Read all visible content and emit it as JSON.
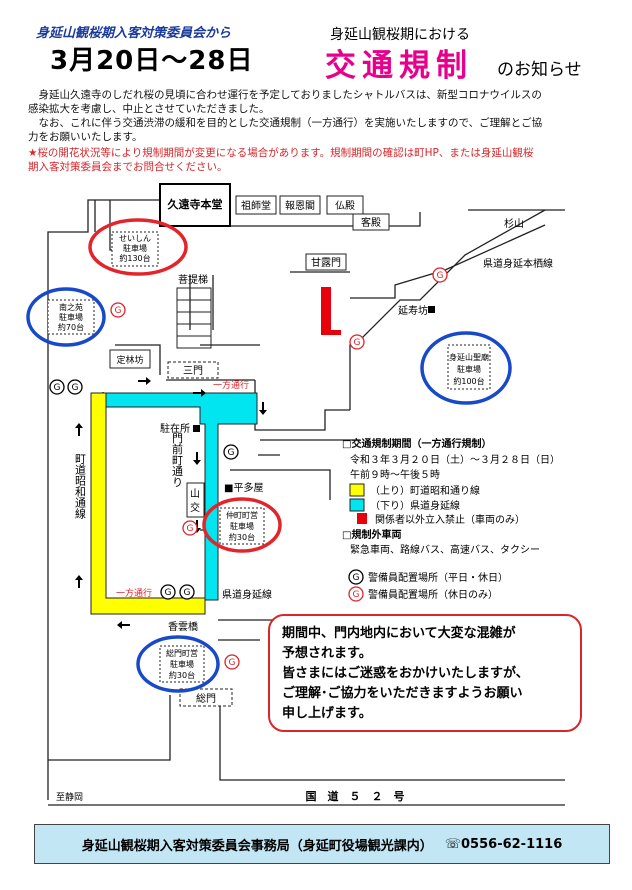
{
  "header": {
    "org": "身延山観桜期入客対策委員会から",
    "dates": "3月20日～28日",
    "subtitle": "身延山観桜期における",
    "title": "交通規制",
    "title_suffix": "のお知らせ"
  },
  "body": {
    "para1_line1": "身延山久遠寺のしだれ桜の見頃に合わせ運行を予定しておりましたシャトルバスは、新型コロナウイルスの",
    "para1_line2": "感染拡大を考慮し、中止とさせていただきました。",
    "para2_line1": "なお、これに伴う交通渋滞の緩和を目的とした交通規制（一方通行）を実施いたしますので、ご理解とご協",
    "para2_line2": "力をお願いいたします。",
    "note_line1": "★桜の開花状況等により規制期間が変更になる場合があります。規制期間の確認は町HP、または身延山観桜",
    "note_line2": "期入客対策委員会までお問合せください。"
  },
  "map": {
    "kuonji": "久遠寺本堂",
    "soshido": "祖師堂",
    "hoonkaku": "報恩閣",
    "butsuden": "仏殿",
    "kyakuden": "客殿",
    "sugiyama": "杉山",
    "kanromon": "甘露門",
    "bodaizaka": "菩提梯",
    "enjubo": "延寿坊",
    "teirinbo": "定林坊",
    "sanmon": "三門",
    "chuzaisho": "駐在所",
    "hiratayaya": "■平多屋",
    "yama": "山",
    "ko": "交",
    "kenmei_road": "県道身延線",
    "kenmei_honsei": "県道身延本栖線",
    "monzen_road": "門前町通り",
    "choudou_road": "町道昭和通線",
    "kouunbashi": "香雲橋",
    "somon": "総門",
    "shizuoka": "至静岡",
    "route52": "国　道　５　２　号",
    "oneway_label": "一方通行",
    "parking_seishin": [
      "せいしん",
      "駐車場",
      "約130台"
    ],
    "parking_minaminoen": [
      "南之苑",
      "駐車場",
      "約70台"
    ],
    "parking_seibyo": [
      "身延山聖廟",
      "駐車場",
      "約100台"
    ],
    "parking_nakamachi": [
      "仲町町営",
      "駐車場",
      "約30台"
    ],
    "parking_somon": [
      "総門町営",
      "駐車場",
      "約30台"
    ],
    "g_black": "G",
    "g_red": "G"
  },
  "legend": {
    "period_head": "□交通規制期間（一方通行規制）",
    "period_dates": "令和３年３月２０日（土）～３月２８日（日）",
    "period_time": "午前９時～午後５時",
    "yellow_label": "（上り）町道昭和通り線",
    "cyan_label": "（下り）県道身延線",
    "red_label": "関係者以外立入禁止（車両のみ）",
    "exempt_head": "□規制外車両",
    "exempt_list": "緊急車両、路線バス、高速バス、タクシー",
    "guard_black": "警備員配置場所（平日・休日）",
    "guard_red": "警備員配置場所（休日のみ）",
    "color_yellow": "#ffff00",
    "color_cyan": "#00e5f0",
    "color_red": "#e8000b"
  },
  "notice": {
    "line1": "期間中、門内地内において大変な混雑が",
    "line2": "予想されます。",
    "line3": "皆さまにはご迷惑をおかけいたしますが、",
    "line4": "ご理解･ご協力をいただきますようお願い",
    "line5": "申し上げます。"
  },
  "footer": {
    "office": "身延山観桜期入客対策委員会事務局（身延町役場観光課内）",
    "phone": "☏0556-62-1116"
  }
}
